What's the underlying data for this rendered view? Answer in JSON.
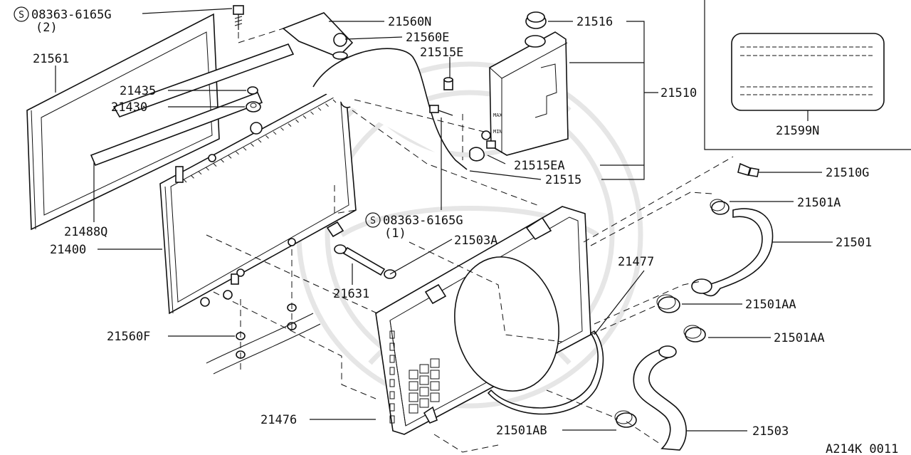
{
  "labels": {
    "s_part_top": "08363-6165G",
    "s_qty_top": "(2)",
    "p21561": "21561",
    "p21435": "21435",
    "p21430": "21430",
    "p21560N": "21560N",
    "p21560E": "21560E",
    "p21515E": "21515E",
    "p21516": "21516",
    "p21510": "21510",
    "p21515EA": "21515EA",
    "p21515": "21515",
    "p21599N": "21599N",
    "p21510G": "21510G",
    "p21501A": "21501A",
    "p21501": "21501",
    "p21488Q": "21488Q",
    "p21400": "21400",
    "s_part_mid": "08363-6165G",
    "s_qty_mid": "(1)",
    "p21503A": "21503A",
    "p21631": "21631",
    "p21477": "21477",
    "p21501AA_1": "21501AA",
    "p21501AA_2": "21501AA",
    "p21560F": "21560F",
    "p21476": "21476",
    "p21501AB": "21501AB",
    "p21503": "21503",
    "s_symbol": "S",
    "tank_max": "MAX",
    "tank_min": "MIN",
    "diagram_code": "A214K 0011"
  }
}
